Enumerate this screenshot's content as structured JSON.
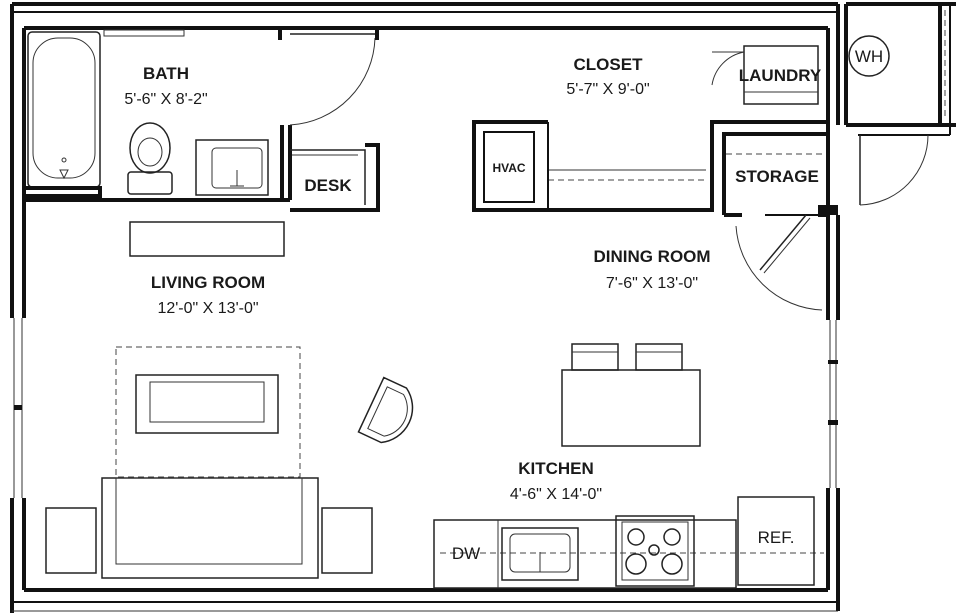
{
  "rooms": {
    "bath": {
      "name": "BATH",
      "dims": "5'-6\" X 8'-2\""
    },
    "closet": {
      "name": "CLOSET",
      "dims": "5'-7\" X 9'-0\""
    },
    "living": {
      "name": "LIVING ROOM",
      "dims": "12'-0\" X 13'-0\""
    },
    "dining": {
      "name": "DINING ROOM",
      "dims": "7'-6\" X 13'-0\""
    },
    "kitchen": {
      "name": "KITCHEN",
      "dims": "4'-6\" X 14'-0\""
    }
  },
  "fixtures": {
    "desk": "DESK",
    "laundry": "LAUNDRY",
    "storage": "STORAGE",
    "hvac": "HVAC",
    "water_heater": "WH",
    "dishwasher": "DW",
    "refrigerator": "REF."
  }
}
